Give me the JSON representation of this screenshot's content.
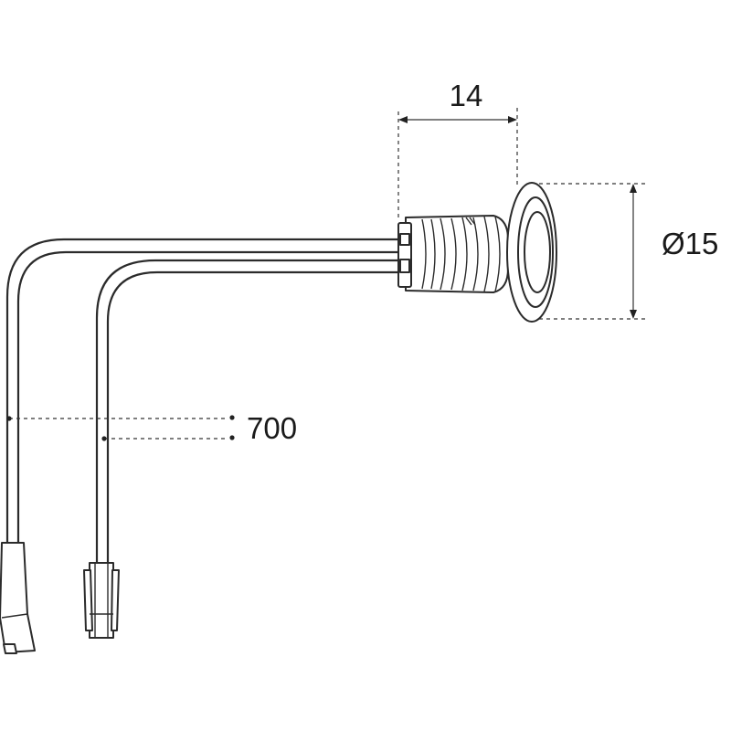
{
  "dimensions": {
    "length_label": "14",
    "diameter_label": "Ø15",
    "cable_label": "700"
  },
  "colors": {
    "line": "#2b2b2b",
    "background": "#ffffff"
  }
}
